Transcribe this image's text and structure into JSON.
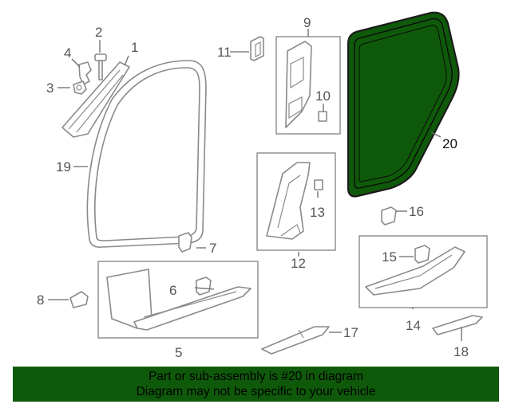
{
  "colors": {
    "highlight": "#0f5a0a",
    "banner": "#0f5a0a",
    "line": "#8a8a8a"
  },
  "callouts": {
    "c1": "1",
    "c2": "2",
    "c3": "3",
    "c4": "4",
    "c5": "5",
    "c6": "6",
    "c7": "7",
    "c8": "8",
    "c9": "9",
    "c10": "10",
    "c11": "11",
    "c12": "12",
    "c13": "13",
    "c14": "14",
    "c15": "15",
    "c16": "16",
    "c17": "17",
    "c18": "18",
    "c19": "19",
    "c20": "20"
  },
  "highlighted_part": "20",
  "banner": {
    "line1": "Part or sub-assembly is #20 in diagram",
    "line2": "Diagram may not be specific to your vehicle"
  }
}
